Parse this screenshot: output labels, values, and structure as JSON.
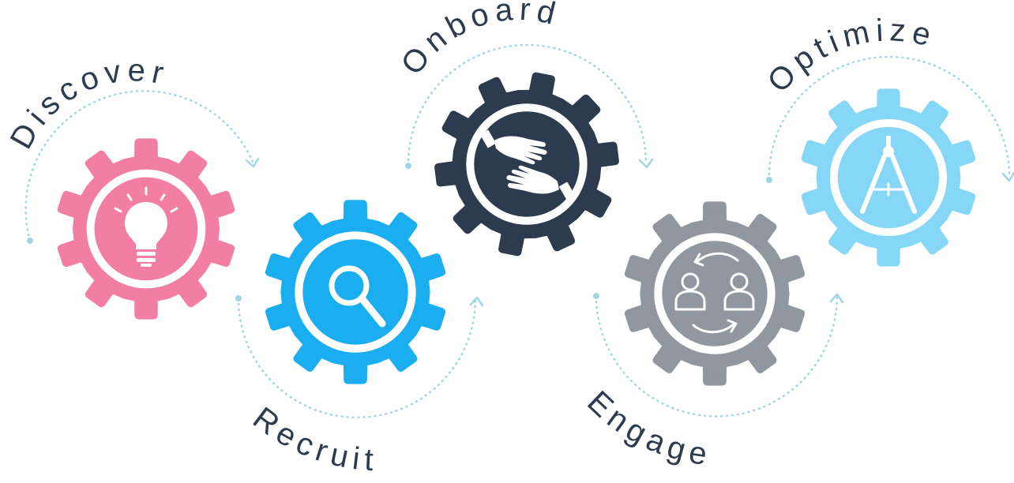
{
  "stages": [
    {
      "label": "Discover",
      "icon": "lightbulb-icon",
      "color": "#F27FA3"
    },
    {
      "label": "Recruit",
      "icon": "magnifier-icon",
      "color": "#1AADF0"
    },
    {
      "label": "Onboard",
      "icon": "handshake-icon",
      "color": "#2C3B4E"
    },
    {
      "label": "Engage",
      "icon": "people-exchange-icon",
      "color": "#9097A0"
    },
    {
      "label": "Optimize",
      "icon": "compass-icon",
      "color": "#86D6F8"
    }
  ],
  "label_color": "#2C3B4E",
  "connector_color": "#9FD6E3"
}
